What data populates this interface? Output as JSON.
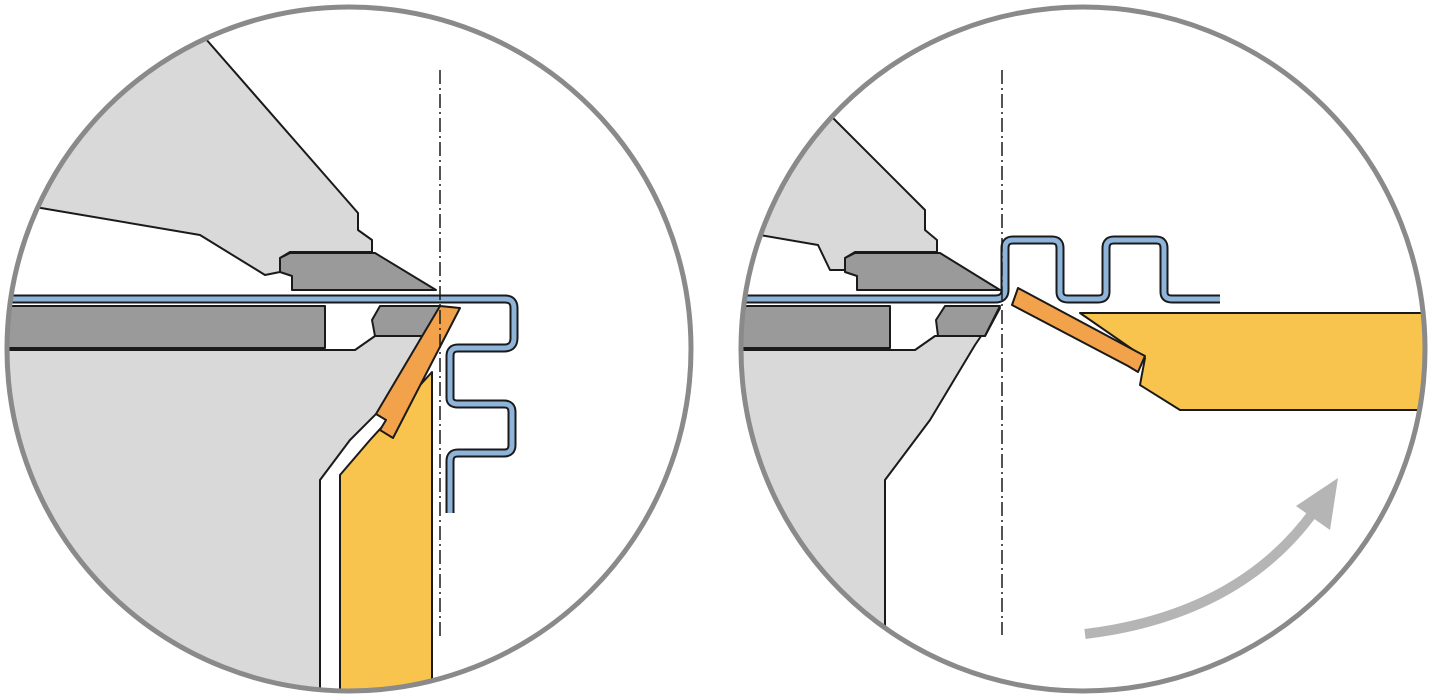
{
  "colors": {
    "housing_light": "#d9d9d9",
    "clamp_dark": "#9a9a9a",
    "sheet_blue": "#8fb4d9",
    "seal_orange": "#f2a24a",
    "panel_yellow": "#f8c44e",
    "outline": "#1a1a1a",
    "circle_border": "#8a8a8a",
    "arrow_gray": "#b5b5b5"
  },
  "panels": [
    {
      "state": "closed",
      "icons": [
        "dash-dot-axis"
      ]
    },
    {
      "state": "opening",
      "icons": [
        "dash-dot-axis",
        "curved-arrow-icon"
      ]
    }
  ]
}
